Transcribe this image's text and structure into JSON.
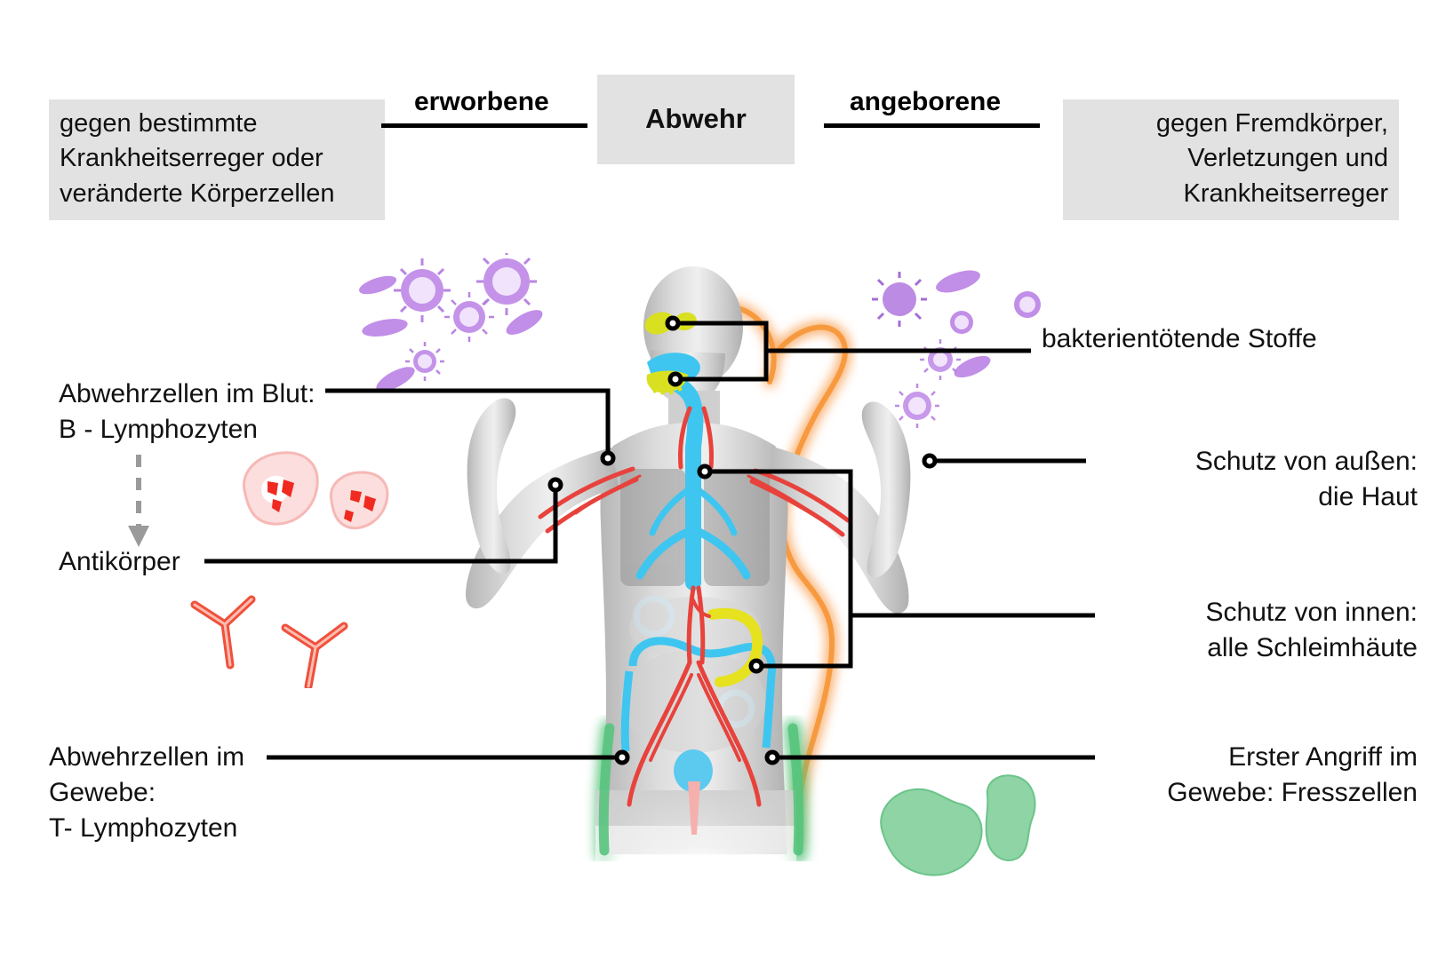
{
  "header": {
    "center_title": "Abwehr",
    "left_branch_label": "erworbene",
    "right_branch_label": "angeborene",
    "left_description": "gegen bestimmte\nKrankheitserreger oder\nveränderte Körperzellen",
    "right_description": "gegen Fremdkörper,\nVerletzungen und\nKrankheitserreger"
  },
  "callouts": {
    "b_lymphocytes": "Abwehrzellen im Blut:\nB - Lymphozyten",
    "antibodies": "Antikörper",
    "t_lymphocytes": "Abwehrzellen im\nGewebe:\nT- Lymphozyten",
    "antibacterial": "bakterientötende Stoffe",
    "skin": "Schutz von außen:\ndie Haut",
    "mucosa": "Schutz von innen:\nalle Schleimhäute",
    "phagocytes": "Erster Angriff im\nGewebe: Fresszellen"
  },
  "colors": {
    "box_fill": "#e2e2e2",
    "line": "#000000",
    "skin_barrier_orange": "#f9a256",
    "mucosa_blue": "#3ec6f0",
    "mucosa_yellow": "#d9e021",
    "tissue_green": "#57c47d",
    "artery_red": "#e8423c",
    "pathogen_purple": "#b57fe0",
    "lymphocyte_pink": "#f4a6a6",
    "antibody_red": "#f0503c",
    "phagocyte_green": "#79cb95",
    "body_gray": "#c9c9c9",
    "arrow_gray": "#9a9a9a"
  },
  "figure": {
    "name": "human-body-immune-system-diagram",
    "regions": [
      {
        "id": "sinus",
        "label_ref": "antibacterial",
        "color": "#d9e021"
      },
      {
        "id": "mouth",
        "label_ref": "antibacterial",
        "color": "#d9e021"
      },
      {
        "id": "airway-mucosa",
        "color": "#3ec6f0"
      },
      {
        "id": "skin-outline",
        "label_ref": "skin",
        "color": "#f9a256"
      },
      {
        "id": "gut-mucosa",
        "label_ref": "mucosa",
        "color": "#3ec6f0"
      },
      {
        "id": "stomach-mucosa",
        "color": "#d9e021"
      },
      {
        "id": "tissue-legs",
        "label_ref": "t_lymphocytes",
        "color": "#57c47d"
      },
      {
        "id": "blood-vessels",
        "label_ref": "b_lymphocytes",
        "color": "#e8423c"
      }
    ]
  },
  "clusters": {
    "pathogens_left": "viruses-and-bacteria-purple",
    "pathogens_right": "viruses-and-bacteria-purple",
    "b_lymphocytes": "b-lymphocyte-cells-pink",
    "antibodies": "antibody-y-shapes-red",
    "phagocytes": "phagocyte-cells-green"
  }
}
